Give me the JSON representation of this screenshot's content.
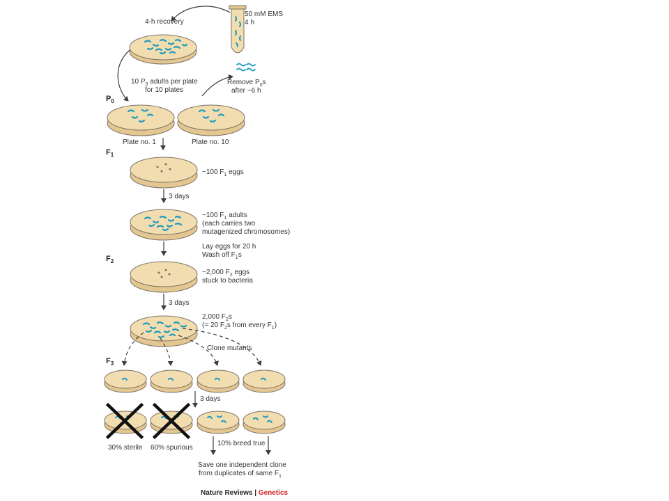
{
  "colors": {
    "plate_fill": "#f2ddb0",
    "plate_rim": "#e4c690",
    "plate_outline": "#7b7268",
    "worm": "#1b9bbf",
    "arrow": "#3c3c3c",
    "cross": "#111111",
    "brand": "#d42027"
  },
  "generations": {
    "p0": {
      "main": "P",
      "sub": "0"
    },
    "f1": {
      "main": "F",
      "sub": "1"
    },
    "f2": {
      "main": "F",
      "sub": "2"
    },
    "f3": {
      "main": "F",
      "sub": "3"
    }
  },
  "labels": {
    "ems_dose": "50 mM EMS",
    "ems_time": "4 h",
    "recovery": "4-h recovery",
    "adults_per_plate_1a": "10 P",
    "adults_per_plate_1b": "0",
    "adults_per_plate_1c": " adults per plate",
    "adults_per_plate_2": "for 10 plates",
    "remove_1a": "Remove P",
    "remove_1b": "0",
    "remove_1c": "s",
    "remove_2": "after ~6 h",
    "plate_no_1": "Plate no. 1",
    "plate_no_10": "Plate no. 10",
    "f1_eggs_a": "~100 F",
    "f1_eggs_b": "1",
    "f1_eggs_c": " eggs",
    "three_days_1": "3 days",
    "f1_adults_a": "~100 F",
    "f1_adults_b": "1",
    "f1_adults_c": " adults",
    "f1_adults_2": "(each carries two",
    "f1_adults_3": "mutagenized chromosomes)",
    "lay_eggs": "Lay eggs for 20 h",
    "wash_a": "Wash off F",
    "wash_b": "1",
    "wash_c": "s",
    "f2_eggs_a": "~2,000 F",
    "f2_eggs_b": "2",
    "f2_eggs_c": " eggs",
    "f2_eggs_2": "stuck to bacteria",
    "three_days_2": "3 days",
    "f2s_a": "2,000 F",
    "f2s_b": "2",
    "f2s_c": "s",
    "f2s_2a": "(= 20 F",
    "f2s_2b": "2",
    "f2s_2c": "s from every F",
    "f2s_2d": "1",
    "f2s_2e": ")",
    "clone_mutants": "Clone mutants",
    "three_days_3": "3 days",
    "sterile": "30% sterile",
    "spurious": "60% spurious",
    "breed_true": "10% breed true",
    "save_1": "Save one independent clone",
    "save_2a": "from duplicates of same F",
    "save_2b": "1"
  },
  "footer": {
    "journal": "Nature Reviews",
    "separator": " | ",
    "section": "Genetics"
  }
}
